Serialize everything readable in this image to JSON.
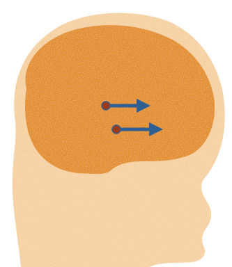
{
  "illustration": {
    "subject": "head-silhouette-with-brain",
    "colors": {
      "background": "#ffffff",
      "head": "#f5cf9f",
      "head_speckle": "#fbe6c9",
      "brain": "#e28a2c",
      "brain_speckle": "#f2b36a",
      "arrow": "#2f5f93",
      "arrow_origin": "#9a3a1a"
    },
    "arrows": [
      {
        "id": "upper",
        "direction": "right"
      },
      {
        "id": "lower",
        "direction": "right"
      }
    ]
  }
}
